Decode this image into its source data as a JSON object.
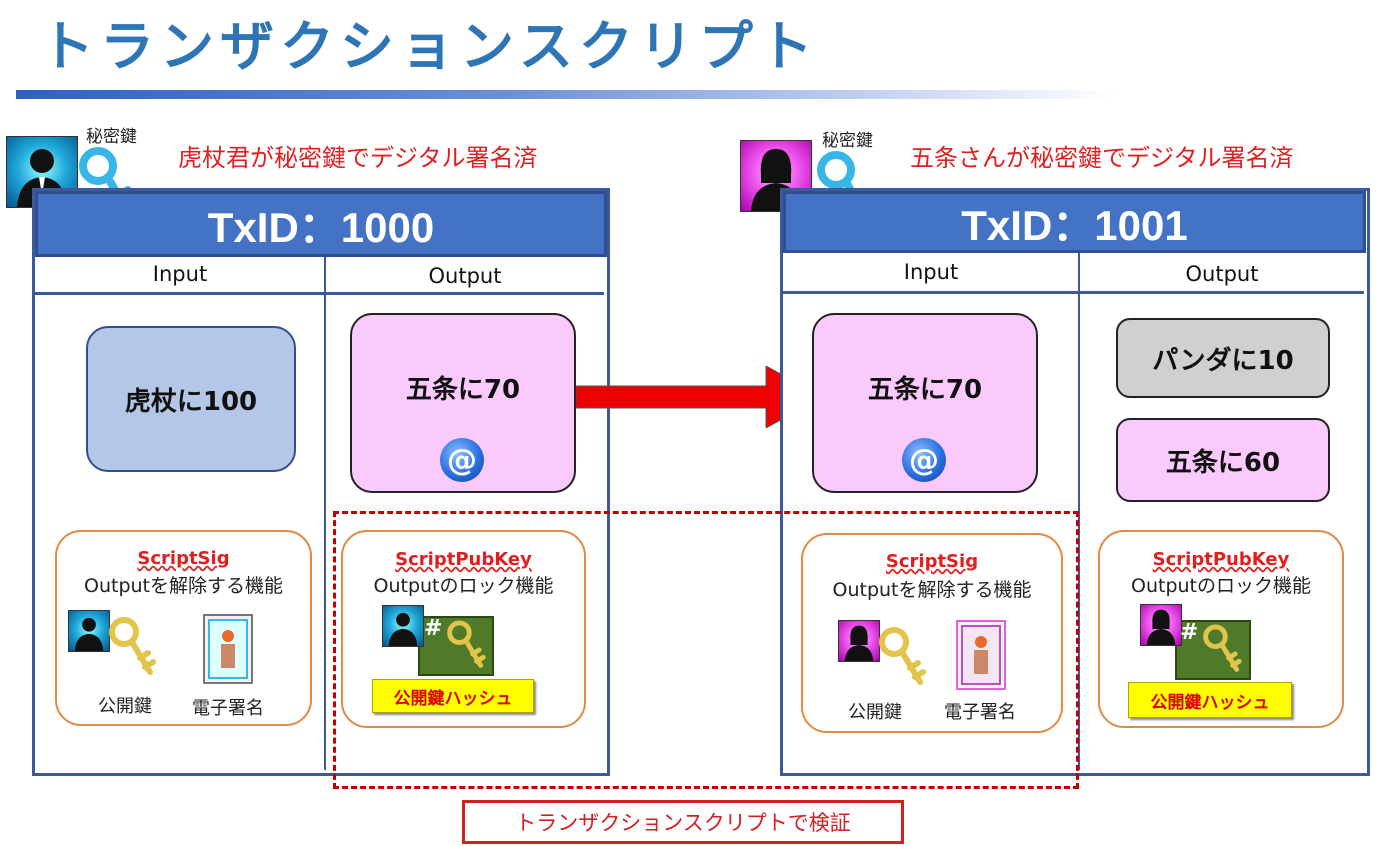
{
  "title": "トランザクションスクリプト",
  "left_tx": {
    "secret_key_label": "秘密鍵",
    "signed_text": "虎杖君が秘密鍵でデジタル署名済",
    "header": "TxID：1000",
    "input_label": "Input",
    "output_label": "Output",
    "input_utxo": "虎杖に100",
    "output_utxo": "五条に70",
    "output_icon": "@",
    "script_sig": {
      "title": "ScriptSig",
      "desc": "Outputを解除する機能",
      "pubkey_caption": "公開鍵",
      "signature_caption": "電子署名"
    },
    "script_pubkey": {
      "title": "ScriptPubKey",
      "desc": "Outputのロック機能",
      "hash_symbol": "#",
      "pubkey_hash_label": "公開鍵ハッシュ"
    }
  },
  "right_tx": {
    "secret_key_label": "秘密鍵",
    "signed_text": "五条さんが秘密鍵でデジタル署名済",
    "header": "TxID：1001",
    "input_label": "Input",
    "output_label": "Output",
    "input_utxo": "五条に70",
    "input_icon": "@",
    "output_utxo_1": "パンダに10",
    "output_utxo_2": "五条に60",
    "script_sig": {
      "title": "ScriptSig",
      "desc": "Outputを解除する機能",
      "pubkey_caption": "公開鍵",
      "signature_caption": "電子署名"
    },
    "script_pubkey": {
      "title": "ScriptPubKey",
      "desc": "Outputのロック機能",
      "hash_symbol": "#",
      "pubkey_hash_label": "公開鍵ハッシュ"
    }
  },
  "verify_label": "トランザクションスクリプトで検証",
  "colors": {
    "title": "#2e75b6",
    "header_fill": "#4472c4",
    "signed_text": "#e02020",
    "arrow": "#e00000",
    "pink_utxo": "#fbcafc",
    "blue_utxo": "#b4c7e7"
  },
  "icons": [
    "man-avatar-icon",
    "woman-avatar-icon",
    "key-icon",
    "at-sign-icon",
    "digital-signature-icon",
    "hash-icon"
  ]
}
